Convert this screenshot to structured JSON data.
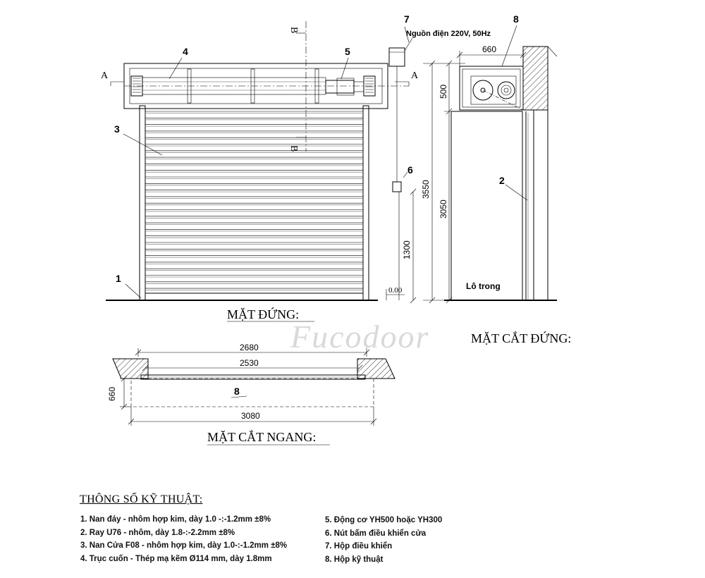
{
  "views": {
    "front_title": "MẶT ĐỨNG:",
    "section_vertical_title": "MẶT CẮT ĐỨNG:",
    "section_horizontal_title": "MẶT CẮT NGANG:"
  },
  "watermark": "Fucodoor",
  "callouts": {
    "c1": "1",
    "c2": "2",
    "c3": "3",
    "c4": "4",
    "c5": "5",
    "c6": "6",
    "c7": "7",
    "c8": "8",
    "c8_plan": "8"
  },
  "section_marks": {
    "a_left": "A",
    "a_right": "A",
    "b_top": "B",
    "b_bottom": "B"
  },
  "annotations": {
    "power": "Nguồn điện 220V, 50Hz",
    "lintel": "Lô trong",
    "level": "0.00"
  },
  "dimensions": {
    "box_width": "660",
    "box_height": "500",
    "total_height": "3550",
    "opening_height": "3050",
    "button_height": "1300",
    "plan_width_outer": "2680",
    "plan_width_inner": "2530",
    "plan_depth": "660",
    "plan_total": "3080"
  },
  "specs": {
    "title": "THÔNG SỐ KỸ THUẬT:",
    "left_items": [
      "1. Nan đáy - nhôm hợp kim, dày 1.0 -:-1.2mm ±8%",
      "2. Ray U76 - nhôm, dày 1.8-:-2.2mm ±8%",
      "3. Nan Cửa F08 - nhôm hợp kim, dày 1.0-:-1.2mm ±8%",
      "4. Trục cuốn - Thép mạ kẽm Ø114 mm, dày 1.8mm"
    ],
    "right_items": [
      "5. Động cơ YH500 hoặc YH300",
      "6. Nút bấm điều khiển cửa",
      "7. Hộp điều khiển",
      "8. Hộp kỹ thuật"
    ]
  }
}
